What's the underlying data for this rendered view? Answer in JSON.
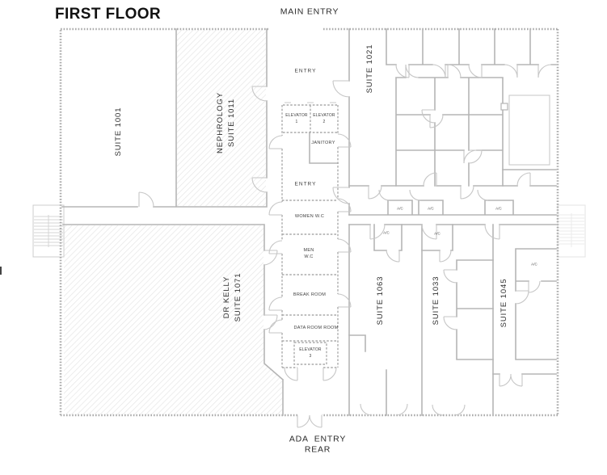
{
  "title": "FIRST FLOOR",
  "labels": {
    "main_entry": "MAIN ENTRY",
    "ada_entry": "ADA  ENTRY",
    "ada_rear": "REAR",
    "ac": "A/C"
  },
  "suites": {
    "suite_1001": "SUITE 1001",
    "nephrology_name": "NEPHROLOGY",
    "nephrology_suite": "SUITE 1011",
    "suite_1021": "SUITE 1021",
    "dr_kelly_name": "DR KELLY",
    "dr_kelly_suite": "SUITE 1071",
    "suite_1063": "SUITE 1063",
    "suite_1033": "SUITE 1033",
    "suite_1045": "SUITE 1045"
  },
  "core": {
    "entry_top": "ENTRY",
    "entry_mid": "ENTRY",
    "elevator": "ELEVATOR",
    "elevator_1_num": "1",
    "elevator_2_num": "2",
    "elevator_3_num": "3",
    "janitory": "JANITORY",
    "women_wc": "WOMEN W.C",
    "men_line1": "MEN",
    "men_line2": "W.C",
    "break_room": "BREAK ROOM",
    "data_room": "DATA ROOM ROOM"
  },
  "colors": {
    "wall": "#b5b5b5",
    "outer": "#ababab",
    "dash": "#aaaaaa",
    "hatch": "#e4e4e4",
    "text": "#3f3f3f",
    "title": "#121212",
    "arc": "#c6c6c6"
  }
}
